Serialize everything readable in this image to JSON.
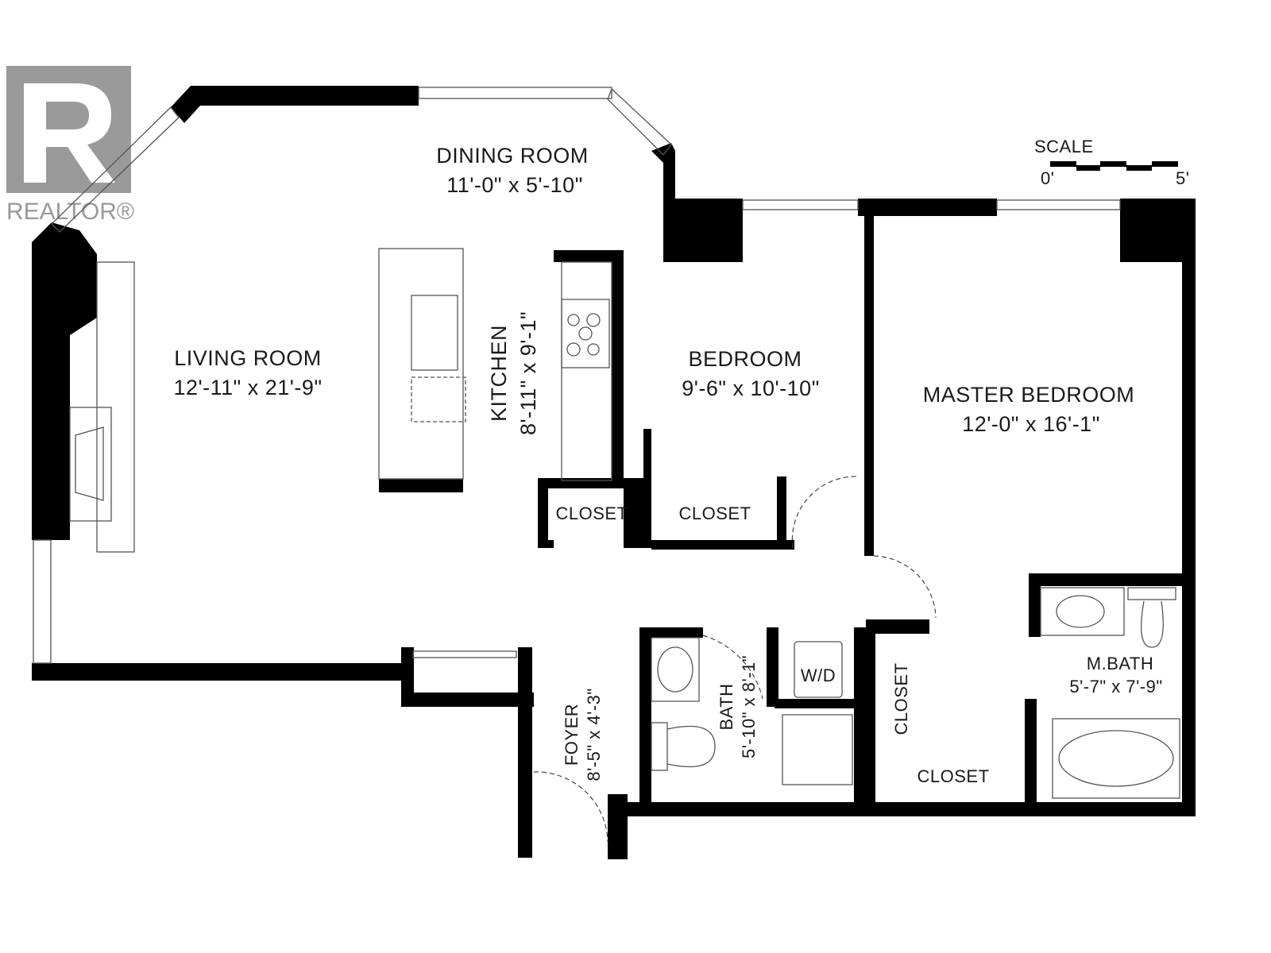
{
  "logo": {
    "text": "REALTOR®",
    "color": "#999999"
  },
  "scale": {
    "label": "SCALE",
    "start": "0'",
    "end": "5'"
  },
  "rooms": {
    "dining": {
      "name": "DINING ROOM",
      "dims": "11'-0\" x 5'-10\""
    },
    "living": {
      "name": "LIVING ROOM",
      "dims": "12'-11\" x 21'-9\""
    },
    "kitchen": {
      "name": "KITCHEN",
      "dims": "8'-11\" x 9'-1\""
    },
    "bedroom": {
      "name": "BEDROOM",
      "dims": "9'-6\" x 10'-10\""
    },
    "master_bedroom": {
      "name": "MASTER BEDROOM",
      "dims": "12'-0\" x 16'-1\""
    },
    "master_bath": {
      "name": "M.BATH",
      "dims": "5'-7\" x 7'-9\""
    },
    "bath": {
      "name": "BATH",
      "dims": "5'-10\" x 8'-1\""
    },
    "foyer": {
      "name": "FOYER",
      "dims": "8'-5\" x 4'-3\""
    },
    "closet_kitchen": {
      "name": "CLOSET"
    },
    "closet_bedroom": {
      "name": "CLOSET"
    },
    "closet_vertical": {
      "name": "CLOSET"
    },
    "closet_master": {
      "name": "CLOSET"
    },
    "laundry": {
      "name": "W/D"
    }
  }
}
